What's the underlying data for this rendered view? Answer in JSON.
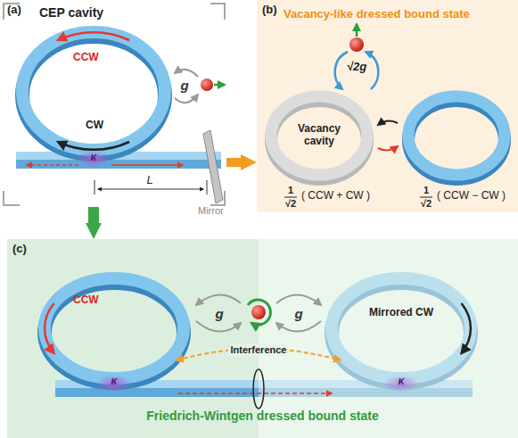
{
  "diagram": {
    "nodes": [
      {
        "text": [
          "(a)",
          "CEP cavity"
        ]
      },
      {
        "text": [
          "CCW",
          "CW"
        ],
        "in": 0
      },
      {
        "text": [
          "(b)",
          "Vacancy-like dressed bound state"
        ]
      },
      {
        "text": [
          "Vacancy cavity"
        ],
        "in": 2
      },
      {
        "text": [
          "(c)",
          "Friedrich-Wintgen dressed bound state"
        ]
      },
      {
        "text": [
          "CCW"
        ],
        "in": 4
      },
      {
        "text": [
          "Mirrored CW"
        ],
        "in": 4
      }
    ],
    "edges": [
      {
        "from": 0,
        "to": 2,
        "arrow": "to"
      },
      {
        "from": 0,
        "to": 4,
        "arrow": "to"
      }
    ],
    "labels": [
      "g",
      "κ",
      "L",
      "Mirror",
      "√2g",
      "1",
      "√2",
      "( CCW + CW )",
      "1",
      "√2",
      "( CCW − CW )",
      "g",
      "g",
      "Interference",
      "κ",
      "κ"
    ]
  }
}
